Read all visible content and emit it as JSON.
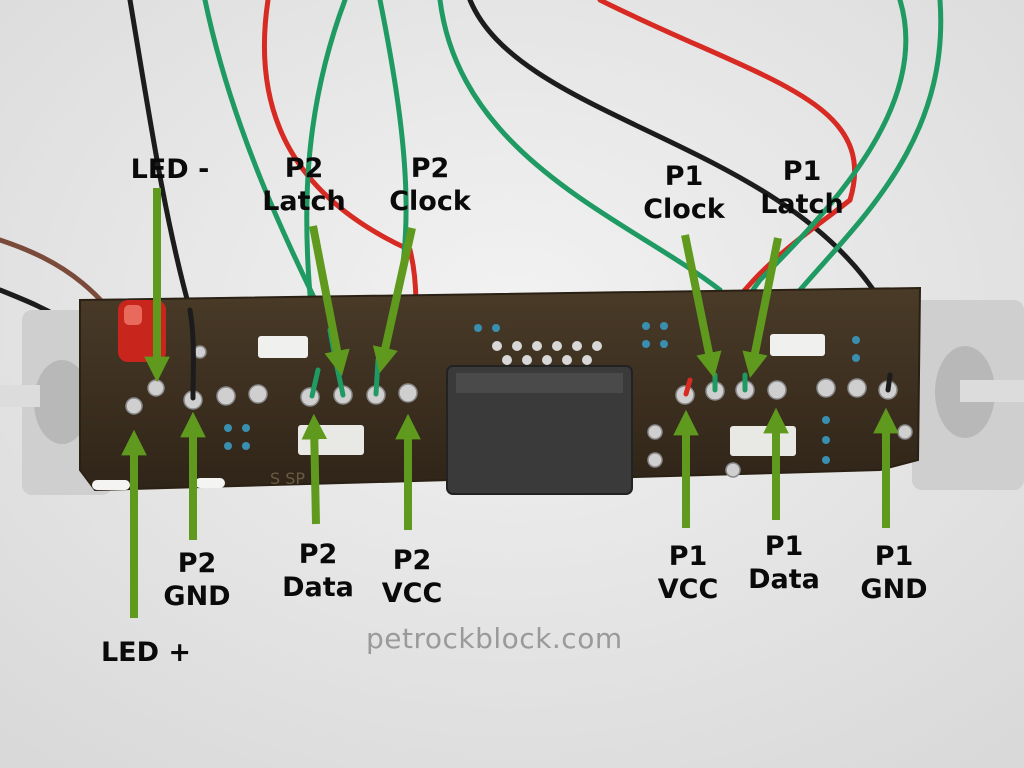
{
  "photo": {
    "subject": "controller circuit board with wires"
  },
  "labels": {
    "led_minus": "LED -",
    "led_plus": "LED +",
    "p2_latch": [
      "P2",
      "Latch"
    ],
    "p2_clock": [
      "P2",
      "Clock"
    ],
    "p2_gnd": [
      "P2",
      "GND"
    ],
    "p2_data": [
      "P2",
      "Data"
    ],
    "p2_vcc": [
      "P2",
      "VCC"
    ],
    "p1_clock": [
      "P1",
      "Clock"
    ],
    "p1_latch": [
      "P1",
      "Latch"
    ],
    "p1_vcc": [
      "P1",
      "VCC"
    ],
    "p1_data": [
      "P1",
      "Data"
    ],
    "p1_gnd": [
      "P1",
      "GND"
    ]
  },
  "watermark": "petrockblock.com",
  "colors": {
    "arrow": "#5f9a1e",
    "board": "#3d3020",
    "wire_green": "#1f9a62",
    "wire_red": "#d62a22",
    "wire_black": "#1c1c1c",
    "label": "#0a0a0a"
  }
}
